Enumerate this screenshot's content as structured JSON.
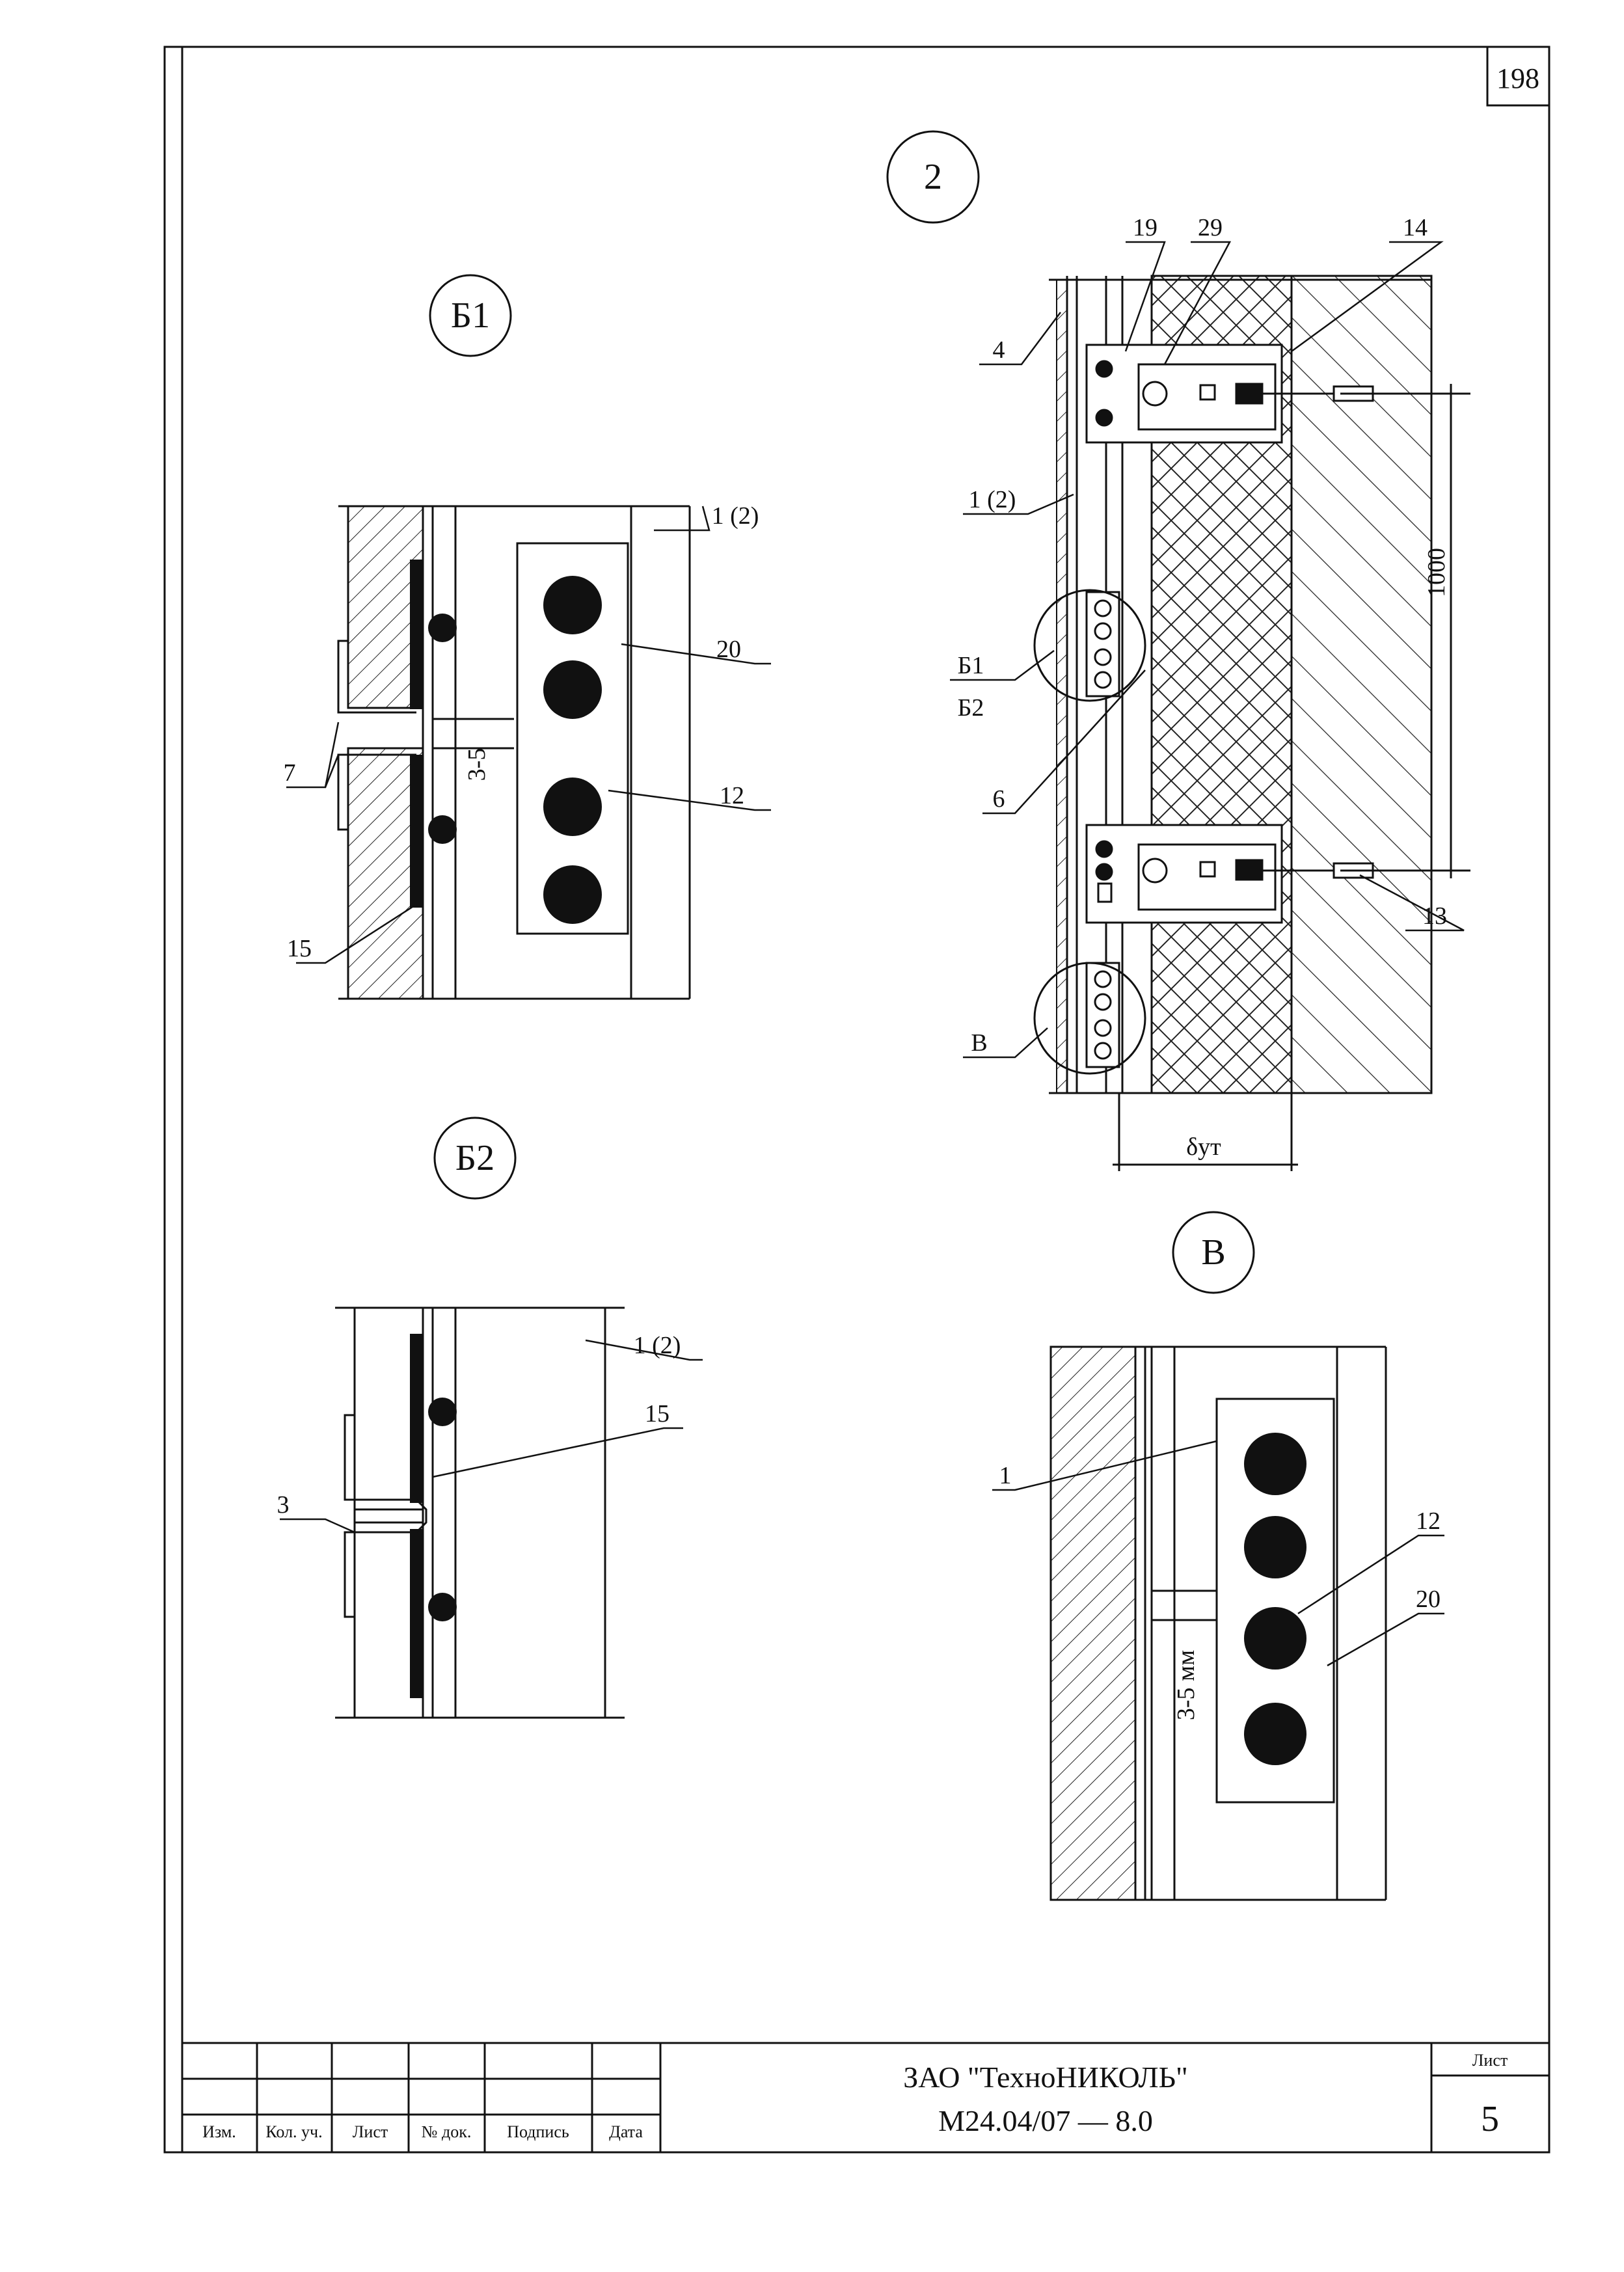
{
  "page_number": "198",
  "views": {
    "main": "2",
    "b1": "Б1",
    "b2": "Б2",
    "v": "В"
  },
  "main_labels": {
    "l19": "19",
    "l29": "29",
    "l14": "14",
    "l4": "4",
    "l12p": "1 (2)",
    "lb1": "Б1",
    "lb2": "Б2",
    "l6": "6",
    "l13": "13",
    "lv": "В",
    "dim1000": "1000",
    "delta": "δут"
  },
  "b1_labels": {
    "l12p": "1 (2)",
    "l20": "20",
    "l12": "12",
    "l7": "7",
    "l15": "15",
    "gap": "3-5"
  },
  "b2_labels": {
    "l12p": "1 (2)",
    "l15": "15",
    "l3": "3"
  },
  "v_labels": {
    "l1": "1",
    "l12": "12",
    "l20": "20",
    "gap": "3-5 мм"
  },
  "title_block": {
    "company": "ЗАО \"ТехноНИКОЛЬ\"",
    "doc": "М24.04/07  —  8.0",
    "sheet_label": "Лист",
    "sheet_no": "5",
    "cols": [
      "Изм.",
      "Кол. уч.",
      "Лист",
      "№ док.",
      "Подпись",
      "Дата"
    ]
  }
}
